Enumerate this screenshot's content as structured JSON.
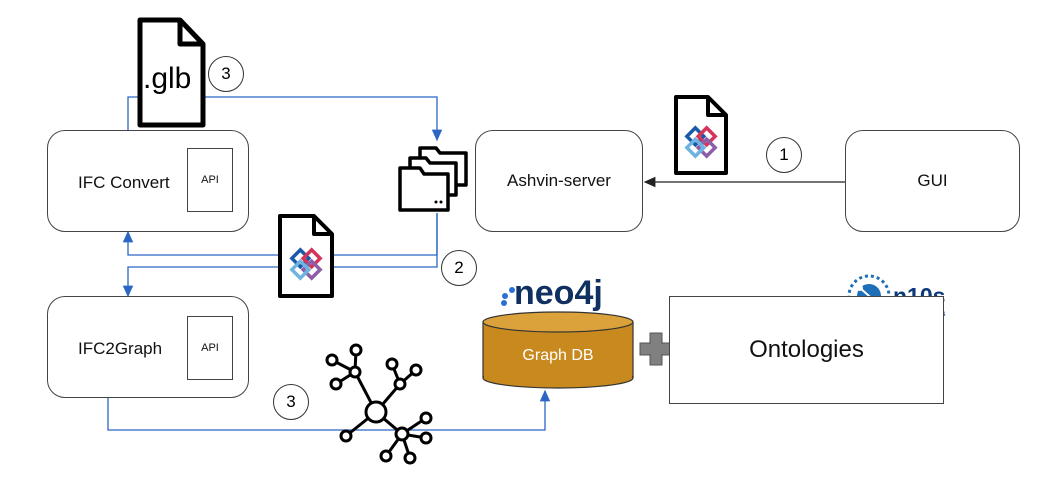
{
  "nodes": {
    "ifc_convert": "IFC Convert",
    "ashvin_server": "Ashvin-server",
    "gui": "GUI",
    "ifc2graph": "IFC2Graph",
    "ontologies": "Ontologies",
    "graph_db": "Graph DB"
  },
  "api_label": "API",
  "step_labels": {
    "one": "1",
    "two": "2",
    "three_top": "3",
    "three_bottom": "3"
  },
  "file_labels": {
    "glb": ".glb"
  },
  "logos": {
    "neo4j": "neo4j",
    "n10s": "n10s",
    "n10s_sub": "neosemantics"
  },
  "colors": {
    "connector": "#2a66c4",
    "db_fill": "#c8891e",
    "db_top": "#d99a2c",
    "plus": "#808080"
  },
  "icons": [
    "glb-file-icon",
    "ifc-file-icon",
    "folders-icon",
    "graph-network-icon",
    "plus-icon",
    "neo4j-logo",
    "n10s-logo"
  ]
}
